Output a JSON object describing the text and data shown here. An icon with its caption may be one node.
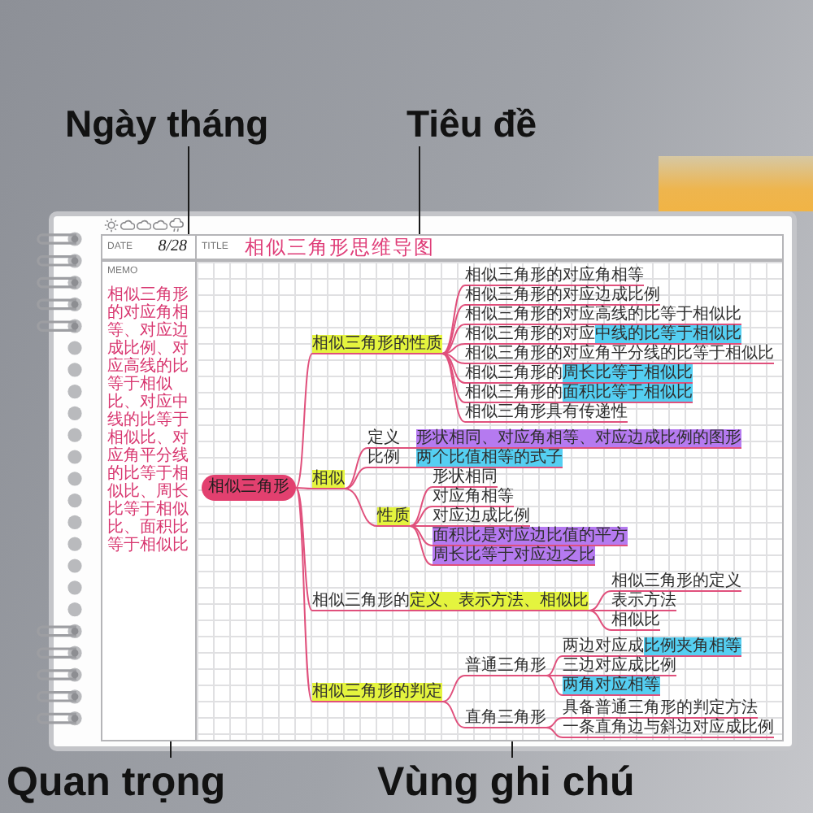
{
  "diagram": {
    "nodes": [
      {
        "text": [
          "Ngày tháng"
        ]
      },
      {
        "text": [
          "Tiêu đề"
        ]
      },
      {
        "text": [
          "DATE",
          "8/28"
        ]
      },
      {
        "text": [
          "TITLE",
          "相似三角形思维导图"
        ]
      },
      {
        "text": [
          "MEMO",
          "相似三角形的对应角相等、对应边成比例、对应高线的比等于相似比、对应中线的比等于相似比、对应角平分线的比等于相似比、周长比等于相似比、面积比等于相似比"
        ]
      },
      {
        "text": [],
        "shape": "box"
      },
      {
        "text": [
          "相似三角形"
        ],
        "in": 5
      },
      {
        "text": [
          "相似三角形的性质"
        ],
        "in": 5
      },
      {
        "text": [
          "相似三角形的对应角相等"
        ],
        "in": 5
      },
      {
        "text": [
          "相似三角形的对应边成比例"
        ],
        "in": 5
      },
      {
        "text": [
          "相似三角形的对应高线的比等于相似比"
        ],
        "in": 5
      },
      {
        "text": [
          "相似三角形的对应中线的比等于相似比"
        ],
        "in": 5
      },
      {
        "text": [
          "相似三角形的对应角平分线的比等于相似比"
        ],
        "in": 5
      },
      {
        "text": [
          "相似三角形的周长比等于相似比"
        ],
        "in": 5
      },
      {
        "text": [
          "相似三角形的面积比等于相似比"
        ],
        "in": 5
      },
      {
        "text": [
          "相似三角形具有传递性"
        ],
        "in": 5
      },
      {
        "text": [
          "相似"
        ],
        "in": 5
      },
      {
        "text": [
          "定义"
        ],
        "in": 5
      },
      {
        "text": [
          "形状相同、对应角相等、对应边成比例的图形"
        ],
        "in": 5
      },
      {
        "text": [
          "比例"
        ],
        "in": 5
      },
      {
        "text": [
          "两个比值相等的式子"
        ],
        "in": 5
      },
      {
        "text": [
          "性质"
        ],
        "in": 5
      },
      {
        "text": [
          "形状相同"
        ],
        "in": 5
      },
      {
        "text": [
          "对应角相等"
        ],
        "in": 5
      },
      {
        "text": [
          "对应边成比例"
        ],
        "in": 5
      },
      {
        "text": [
          "面积比是对应边比值的平方"
        ],
        "in": 5
      },
      {
        "text": [
          "周长比等于对应边之比"
        ],
        "in": 5
      },
      {
        "text": [
          "相似三角形的定义、表示方法、相似比"
        ],
        "in": 5
      },
      {
        "text": [
          "相似三角形的定义"
        ],
        "in": 5
      },
      {
        "text": [
          "表示方法"
        ],
        "in": 5
      },
      {
        "text": [
          "相似比"
        ],
        "in": 5
      },
      {
        "text": [
          "相似三角形的判定"
        ],
        "in": 5
      },
      {
        "text": [
          "普通三角形"
        ],
        "in": 5
      },
      {
        "text": [
          "两边对应成比例夹角相等"
        ],
        "in": 5
      },
      {
        "text": [
          "三边对应成比例"
        ],
        "in": 5
      },
      {
        "text": [
          "两角对应相等"
        ],
        "in": 5
      },
      {
        "text": [
          "直角三角形"
        ],
        "in": 5
      },
      {
        "text": [
          "具备普通三角形的判定方法"
        ],
        "in": 5
      },
      {
        "text": [
          "一条直角边与斜边对应成比例"
        ],
        "in": 5
      },
      {
        "text": [
          "Quan trọng"
        ]
      },
      {
        "text": [
          "Vùng ghi chú"
        ]
      }
    ],
    "edges": [
      {
        "from": 0,
        "to": 2,
        "arrow": "none",
        "color": "#1a1a1a"
      },
      {
        "from": 1,
        "to": 3,
        "arrow": "none",
        "color": "#1a1a1a"
      },
      {
        "from": 6,
        "to": 7,
        "arrow": "none"
      },
      {
        "from": 7,
        "to": 8,
        "arrow": "none"
      },
      {
        "from": 7,
        "to": 9,
        "arrow": "none"
      },
      {
        "from": 7,
        "to": 10,
        "arrow": "none"
      },
      {
        "from": 7,
        "to": 11,
        "arrow": "none"
      },
      {
        "from": 7,
        "to": 12,
        "arrow": "none"
      },
      {
        "from": 7,
        "to": 13,
        "arrow": "none"
      },
      {
        "from": 7,
        "to": 14,
        "arrow": "none"
      },
      {
        "from": 7,
        "to": 15,
        "arrow": "none"
      },
      {
        "from": 6,
        "to": 16,
        "arrow": "none"
      },
      {
        "from": 16,
        "to": 17,
        "arrow": "none"
      },
      {
        "from": 17,
        "to": 18,
        "arrow": "none"
      },
      {
        "from": 16,
        "to": 19,
        "arrow": "none"
      },
      {
        "from": 19,
        "to": 20,
        "arrow": "none"
      },
      {
        "from": 16,
        "to": 21,
        "arrow": "none"
      },
      {
        "from": 21,
        "to": 22,
        "arrow": "none"
      },
      {
        "from": 21,
        "to": 23,
        "arrow": "none"
      },
      {
        "from": 21,
        "to": 24,
        "arrow": "none"
      },
      {
        "from": 21,
        "to": 25,
        "arrow": "none"
      },
      {
        "from": 21,
        "to": 26,
        "arrow": "none"
      },
      {
        "from": 6,
        "to": 27,
        "arrow": "none"
      },
      {
        "from": 27,
        "to": 28,
        "arrow": "none"
      },
      {
        "from": 27,
        "to": 29,
        "arrow": "none"
      },
      {
        "from": 27,
        "to": 30,
        "arrow": "none"
      },
      {
        "from": 6,
        "to": 31,
        "arrow": "none"
      },
      {
        "from": 31,
        "to": 32,
        "arrow": "none"
      },
      {
        "from": 32,
        "to": 33,
        "arrow": "none"
      },
      {
        "from": 32,
        "to": 34,
        "arrow": "none"
      },
      {
        "from": 32,
        "to": 35,
        "arrow": "none"
      },
      {
        "from": 31,
        "to": 36,
        "arrow": "none"
      },
      {
        "from": 36,
        "to": 37,
        "arrow": "none"
      },
      {
        "from": 36,
        "to": 38,
        "arrow": "none"
      },
      {
        "from": 39,
        "to": 4,
        "arrow": "none",
        "color": "#1a1a1a"
      },
      {
        "from": 40,
        "to": 5,
        "arrow": "none",
        "color": "#1a1a1a"
      }
    ]
  }
}
